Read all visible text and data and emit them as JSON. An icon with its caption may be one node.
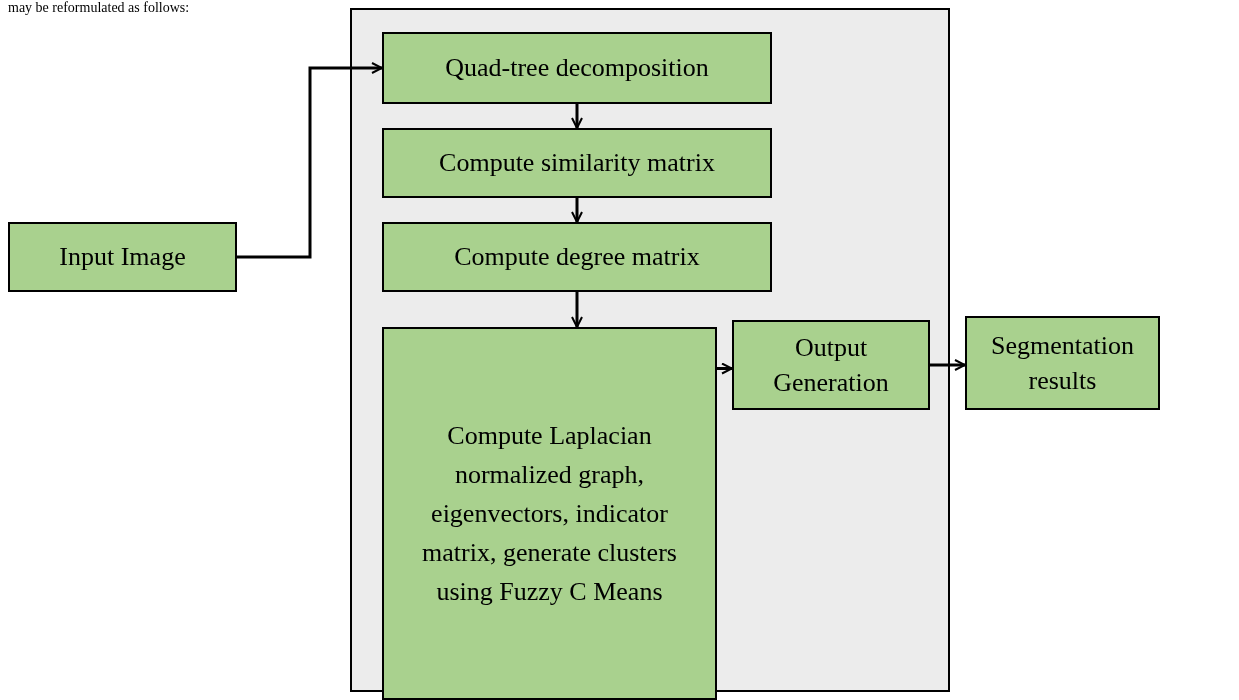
{
  "diagram": {
    "nodes": [
      {
        "text": [
          "Input Image"
        ]
      },
      {
        "text": [],
        "shape": "box"
      },
      {
        "text": [
          "Quad-tree decomposition"
        ],
        "in": 1
      },
      {
        "text": [
          "Compute similarity matrix"
        ],
        "in": 1
      },
      {
        "text": [
          "Compute degree matrix"
        ],
        "in": 1
      },
      {
        "text": [
          "Compute Laplacian normalized graph, eigenvectors, indicator matrix, generate clusters using Fuzzy C Means"
        ],
        "in": 1
      },
      {
        "text": [
          "Output Generation"
        ],
        "in": 1
      },
      {
        "text": [
          "Segmentation results"
        ]
      }
    ],
    "edges": [
      {
        "from": 0,
        "to": 2,
        "arrow": "to"
      },
      {
        "from": 2,
        "to": 3,
        "arrow": "to"
      },
      {
        "from": 3,
        "to": 4,
        "arrow": "to"
      },
      {
        "from": 4,
        "to": 5,
        "arrow": "to"
      },
      {
        "from": 5,
        "to": 6,
        "arrow": "to"
      },
      {
        "from": 6,
        "to": 7,
        "arrow": "to"
      }
    ],
    "labels": [
      "may be reformulated as follows:"
    ]
  }
}
